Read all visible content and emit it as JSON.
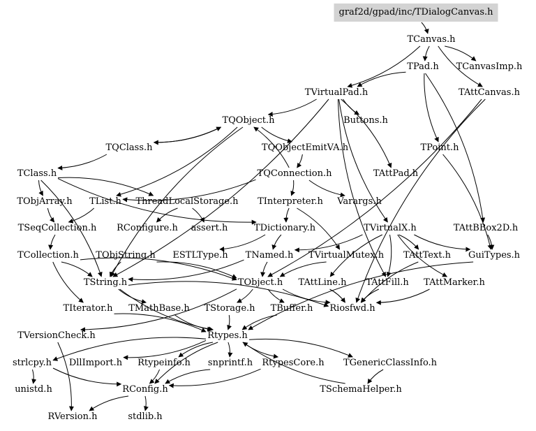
{
  "style": {
    "root_fill": "#d3d3d3",
    "edge_color": "#000000",
    "background": "#ffffff"
  },
  "nodes": [
    {
      "id": "root",
      "label": "graf2d/gpad/inc/TDialogCanvas.h",
      "root": true
    },
    {
      "id": "TCanvas",
      "label": "TCanvas.h"
    },
    {
      "id": "TPad",
      "label": "TPad.h"
    },
    {
      "id": "TCanvasImp",
      "label": "TCanvasImp.h"
    },
    {
      "id": "TVirtualPad",
      "label": "TVirtualPad.h"
    },
    {
      "id": "TAttCanvas",
      "label": "TAttCanvas.h"
    },
    {
      "id": "TQObject",
      "label": "TQObject.h"
    },
    {
      "id": "Buttons",
      "label": "Buttons.h"
    },
    {
      "id": "TQClass",
      "label": "TQClass.h"
    },
    {
      "id": "TQObjectEmitVA",
      "label": "TQObjectEmitVA.h"
    },
    {
      "id": "TPoint",
      "label": "TPoint.h"
    },
    {
      "id": "TClass",
      "label": "TClass.h"
    },
    {
      "id": "TQConnection",
      "label": "TQConnection.h"
    },
    {
      "id": "TAttPad",
      "label": "TAttPad.h"
    },
    {
      "id": "TObjArray",
      "label": "TObjArray.h"
    },
    {
      "id": "TList",
      "label": "TList.h"
    },
    {
      "id": "ThreadLocalStorage",
      "label": "ThreadLocalStorage.h"
    },
    {
      "id": "TInterpreter",
      "label": "TInterpreter.h"
    },
    {
      "id": "Varargs",
      "label": "Varargs.h"
    },
    {
      "id": "TSeqCollection",
      "label": "TSeqCollection.h"
    },
    {
      "id": "RConfigure",
      "label": "RConfigure.h"
    },
    {
      "id": "assert",
      "label": "assert.h"
    },
    {
      "id": "TDictionary",
      "label": "TDictionary.h"
    },
    {
      "id": "TVirtualX",
      "label": "TVirtualX.h"
    },
    {
      "id": "TAttBBox2D",
      "label": "TAttBBox2D.h"
    },
    {
      "id": "TCollection",
      "label": "TCollection.h"
    },
    {
      "id": "TObjString",
      "label": "TObjString.h"
    },
    {
      "id": "ESTLType",
      "label": "ESTLType.h"
    },
    {
      "id": "TNamed",
      "label": "TNamed.h"
    },
    {
      "id": "TVirtualMutex",
      "label": "TVirtualMutex.h"
    },
    {
      "id": "TAttText",
      "label": "TAttText.h"
    },
    {
      "id": "GuiTypes",
      "label": "GuiTypes.h"
    },
    {
      "id": "TString",
      "label": "TString.h"
    },
    {
      "id": "TObject",
      "label": "TObject.h"
    },
    {
      "id": "TAttLine",
      "label": "TAttLine.h"
    },
    {
      "id": "TAttFill",
      "label": "TAttFill.h"
    },
    {
      "id": "TAttMarker",
      "label": "TAttMarker.h"
    },
    {
      "id": "TIterator",
      "label": "TIterator.h"
    },
    {
      "id": "TMathBase",
      "label": "TMathBase.h"
    },
    {
      "id": "TStorage",
      "label": "TStorage.h"
    },
    {
      "id": "TBuffer",
      "label": "TBuffer.h"
    },
    {
      "id": "Riosfwd",
      "label": "Riosfwd.h"
    },
    {
      "id": "TVersionCheck",
      "label": "TVersionCheck.h"
    },
    {
      "id": "Rtypes",
      "label": "Rtypes.h"
    },
    {
      "id": "strlcpy",
      "label": "strlcpy.h"
    },
    {
      "id": "DllImport",
      "label": "DllImport.h"
    },
    {
      "id": "Rtypeinfo",
      "label": "Rtypeinfo.h"
    },
    {
      "id": "snprintf",
      "label": "snprintf.h"
    },
    {
      "id": "RtypesCore",
      "label": "RtypesCore.h"
    },
    {
      "id": "TGenericClassInfo",
      "label": "TGenericClassInfo.h"
    },
    {
      "id": "unistd",
      "label": "unistd.h"
    },
    {
      "id": "RConfig",
      "label": "RConfig.h"
    },
    {
      "id": "TSchemaHelper",
      "label": "TSchemaHelper.h"
    },
    {
      "id": "RVersion",
      "label": "RVersion.h"
    },
    {
      "id": "stdlib",
      "label": "stdlib.h"
    }
  ],
  "edges": [
    [
      "root",
      "TCanvas"
    ],
    [
      "TCanvas",
      "TPad"
    ],
    [
      "TCanvas",
      "TCanvasImp"
    ],
    [
      "TCanvas",
      "TAttCanvas"
    ],
    [
      "TCanvas",
      "TVirtualPad"
    ],
    [
      "TPad",
      "TVirtualPad"
    ],
    [
      "TPad",
      "TAttBBox2D"
    ],
    [
      "TPad",
      "TPoint"
    ],
    [
      "TVirtualPad",
      "TQObject"
    ],
    [
      "TVirtualPad",
      "Buttons"
    ],
    [
      "TVirtualPad",
      "TAttPad"
    ],
    [
      "TVirtualPad",
      "TVirtualX"
    ],
    [
      "TVirtualPad",
      "TString"
    ],
    [
      "TVirtualPad",
      "TAttFill"
    ],
    [
      "TAttCanvas",
      "TObject"
    ],
    [
      "TAttCanvas",
      "Riosfwd"
    ],
    [
      "TQObject",
      "TQClass"
    ],
    [
      "TQObject",
      "TQObjectEmitVA"
    ],
    [
      "TQObject",
      "TList"
    ],
    [
      "TQObject",
      "TString"
    ],
    [
      "TQClass",
      "TClass"
    ],
    [
      "TQClass",
      "TQObject"
    ],
    [
      "TQObjectEmitVA",
      "TQConnection"
    ],
    [
      "TQConnection",
      "TQObject"
    ],
    [
      "TQConnection",
      "TInterpreter"
    ],
    [
      "TQConnection",
      "Varargs"
    ],
    [
      "TQConnection",
      "TList"
    ],
    [
      "TClass",
      "TObjArray"
    ],
    [
      "TClass",
      "ThreadLocalStorage"
    ],
    [
      "TClass",
      "TDictionary"
    ],
    [
      "TClass",
      "TString"
    ],
    [
      "TObjArray",
      "TSeqCollection"
    ],
    [
      "TList",
      "TSeqCollection"
    ],
    [
      "ThreadLocalStorage",
      "RConfigure"
    ],
    [
      "ThreadLocalStorage",
      "assert"
    ],
    [
      "TInterpreter",
      "TDictionary"
    ],
    [
      "TInterpreter",
      "TVirtualMutex"
    ],
    [
      "TDictionary",
      "TNamed"
    ],
    [
      "TDictionary",
      "ESTLType"
    ],
    [
      "TSeqCollection",
      "TCollection"
    ],
    [
      "TCollection",
      "TString"
    ],
    [
      "TCollection",
      "TIterator"
    ],
    [
      "TCollection",
      "TObject"
    ],
    [
      "TObjString",
      "TString"
    ],
    [
      "TObjString",
      "TObject"
    ],
    [
      "TNamed",
      "TObject"
    ],
    [
      "TNamed",
      "TString"
    ],
    [
      "TVirtualMutex",
      "TObject"
    ],
    [
      "TVirtualX",
      "TNamed"
    ],
    [
      "TVirtualX",
      "GuiTypes"
    ],
    [
      "TVirtualX",
      "TAttText"
    ],
    [
      "TVirtualX",
      "TAttLine"
    ],
    [
      "TVirtualX",
      "TAttFill"
    ],
    [
      "TVirtualX",
      "TAttMarker"
    ],
    [
      "TAttBBox2D",
      "GuiTypes"
    ],
    [
      "TAttText",
      "Riosfwd"
    ],
    [
      "TAttLine",
      "Riosfwd"
    ],
    [
      "TAttFill",
      "Riosfwd"
    ],
    [
      "TAttMarker",
      "Riosfwd"
    ],
    [
      "GuiTypes",
      "Rtypes"
    ],
    [
      "TPoint",
      "GuiTypes"
    ],
    [
      "TString",
      "TMathBase"
    ],
    [
      "TString",
      "Riosfwd"
    ],
    [
      "TString",
      "Rtypes"
    ],
    [
      "TObject",
      "TStorage"
    ],
    [
      "TObject",
      "TBuffer"
    ],
    [
      "TObject",
      "TVersionCheck"
    ],
    [
      "TObject",
      "Riosfwd"
    ],
    [
      "TIterator",
      "Rtypes"
    ],
    [
      "TMathBase",
      "Rtypes"
    ],
    [
      "TStorage",
      "Rtypes"
    ],
    [
      "TBuffer",
      "Rtypes"
    ],
    [
      "TVersionCheck",
      "RVersion"
    ],
    [
      "Rtypes",
      "strlcpy"
    ],
    [
      "Rtypes",
      "DllImport"
    ],
    [
      "Rtypes",
      "Rtypeinfo"
    ],
    [
      "Rtypes",
      "snprintf"
    ],
    [
      "Rtypes",
      "RtypesCore"
    ],
    [
      "Rtypes",
      "TGenericClassInfo"
    ],
    [
      "Rtypes",
      "RConfig"
    ],
    [
      "strlcpy",
      "unistd"
    ],
    [
      "strlcpy",
      "RConfig"
    ],
    [
      "Rtypeinfo",
      "RConfig"
    ],
    [
      "snprintf",
      "RConfig"
    ],
    [
      "RtypesCore",
      "RConfig"
    ],
    [
      "TGenericClassInfo",
      "TSchemaHelper"
    ],
    [
      "TSchemaHelper",
      "Rtypes"
    ],
    [
      "RConfig",
      "RVersion"
    ],
    [
      "RConfig",
      "stdlib"
    ]
  ]
}
